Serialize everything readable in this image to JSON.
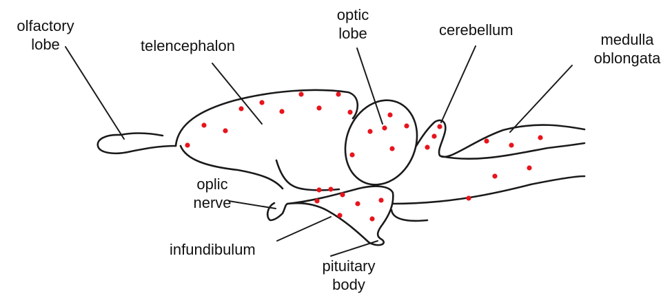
{
  "labels": {
    "olfactory_lobe": [
      "olfactory",
      "lobe"
    ],
    "telencephalon": "telencephalon",
    "optic_lobe": [
      "optic",
      "lobe"
    ],
    "cerebellum": "cerebellum",
    "medulla_oblongata": [
      "medulla",
      "oblongata"
    ],
    "optic_nerve": [
      "oplic",
      "nerve"
    ],
    "infundibulum": "infundibulum",
    "pituitary_body": [
      "pituitary",
      "body"
    ]
  },
  "colors": {
    "outline": "#1a1a1a",
    "dot": "#e8141c",
    "label": "#111111"
  },
  "marker_icon": "red-dot"
}
